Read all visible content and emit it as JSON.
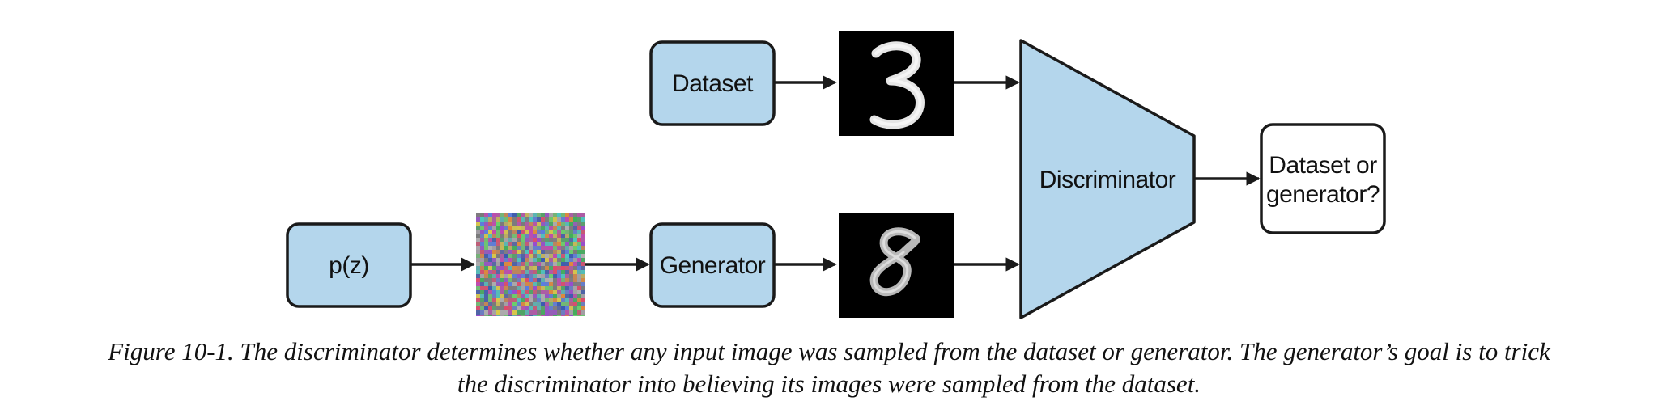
{
  "nodes": {
    "dataset": "Dataset",
    "pz": "p(z)",
    "generator": "Generator",
    "discriminator": "Discriminator",
    "output_line1": "Dataset or",
    "output_line2": "generator?"
  },
  "images": {
    "real_sample": "digit-3-image",
    "fake_sample": "digit-8-image",
    "noise": "random-noise-image"
  },
  "colors": {
    "box_fill": "#b4d6ec",
    "output_fill": "#ffffff",
    "stroke": "#1a1a1a"
  },
  "caption": {
    "line1": "Figure 10-1. The discriminator determines whether any input image was sampled from the dataset or generator. The generator’s goal is to trick",
    "line2": "the discriminator into believing its images were sampled from the dataset."
  }
}
